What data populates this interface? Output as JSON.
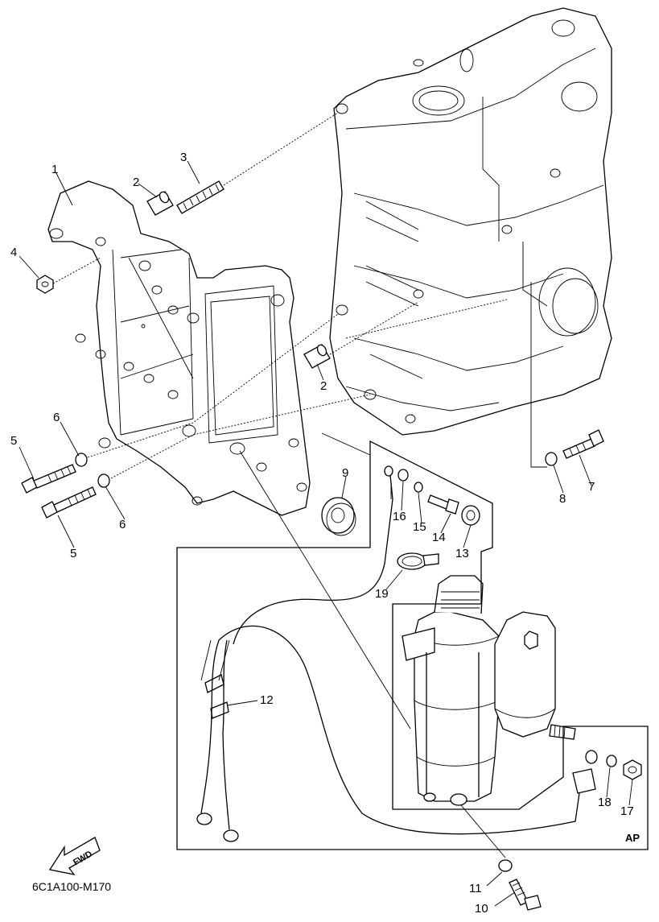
{
  "diagram": {
    "part_labels": [
      "1",
      "2",
      "3",
      "4",
      "5",
      "6",
      "7",
      "8",
      "9",
      "10",
      "11",
      "12",
      "13",
      "14",
      "15",
      "16",
      "17",
      "18",
      "19"
    ],
    "second_labels": {
      "two": "2",
      "five": "5",
      "six": "6"
    },
    "figure_code": "6C1A100-M170",
    "ap_tag": "AP",
    "fwd_text": "FWD"
  }
}
